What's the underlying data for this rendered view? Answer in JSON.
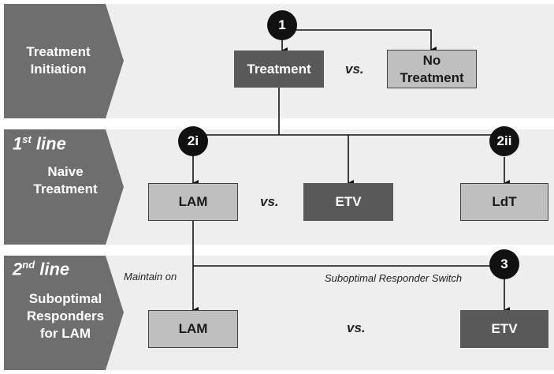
{
  "sections": [
    {
      "title_lines": [
        "Treatment",
        "Initiation"
      ]
    },
    {
      "tag": "1",
      "tag_sup": "st",
      "tag_rest": " line",
      "title_lines": [
        "Naive",
        "Treatment"
      ]
    },
    {
      "tag": "2",
      "tag_sup": "nd",
      "tag_rest": " line",
      "title_lines": [
        "Suboptimal",
        "Responders",
        "for LAM"
      ]
    }
  ],
  "boxes": {
    "treatment": [
      "Treatment"
    ],
    "no_treatment": [
      "No",
      "Treatment"
    ],
    "lam_naive": [
      "LAM"
    ],
    "etv_naive": [
      "ETV"
    ],
    "ldt": [
      "LdT"
    ],
    "lam_maintain": [
      "LAM"
    ],
    "etv_switch": [
      "ETV"
    ]
  },
  "vs_label": "vs.",
  "badges": {
    "b1": "1",
    "b2i": "2i",
    "b2ii": "2ii",
    "b3": "3"
  },
  "notes": {
    "maintain": "Maintain on",
    "switch": "Suboptimal Responder Switch"
  },
  "colors": {
    "band": "#eeeeee",
    "chevron": "#6e6e6e",
    "dark_box": "#595959",
    "light_box": "#bfbfbf",
    "badge": "#111111"
  }
}
